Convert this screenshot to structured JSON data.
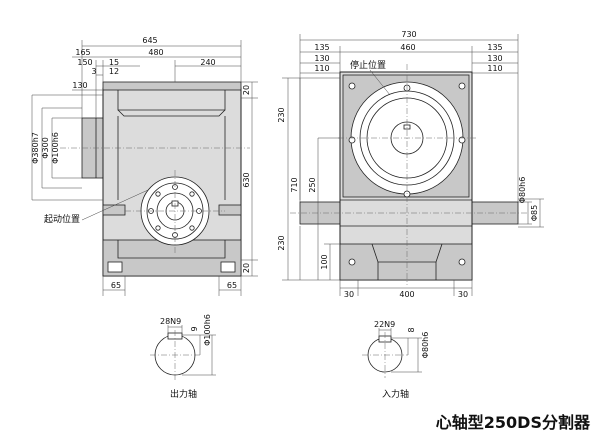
{
  "title": "心轴型250DS分割器",
  "front_view": {
    "dims_top": [
      "645",
      "165",
      "480",
      "150",
      "15",
      "240",
      "3",
      "12",
      "130"
    ],
    "dims_left_vertical": [
      "Φ380h7",
      "Φ300",
      "Φ100h6"
    ],
    "dims_right_vertical": [
      "20",
      "630",
      "20"
    ],
    "dims_bottom": [
      "65",
      "65"
    ],
    "start_label": "起动位置"
  },
  "side_view": {
    "dims_top": [
      "730",
      "135",
      "460",
      "135",
      "130",
      "130",
      "110",
      "110"
    ],
    "stop_label": "停止位置",
    "dims_left_vertical": [
      "230",
      "710",
      "250",
      "230",
      "100"
    ],
    "dims_right_vertical": [
      "Φ80h6",
      "Φ85"
    ],
    "dims_bottom": [
      "30",
      "400",
      "30"
    ]
  },
  "output_shaft": {
    "dims": [
      "28N9",
      "9",
      "Φ100h6"
    ],
    "label": "出力轴"
  },
  "input_shaft": {
    "dims": [
      "22N9",
      "8",
      "Φ80h6"
    ],
    "label": "入力轴"
  }
}
